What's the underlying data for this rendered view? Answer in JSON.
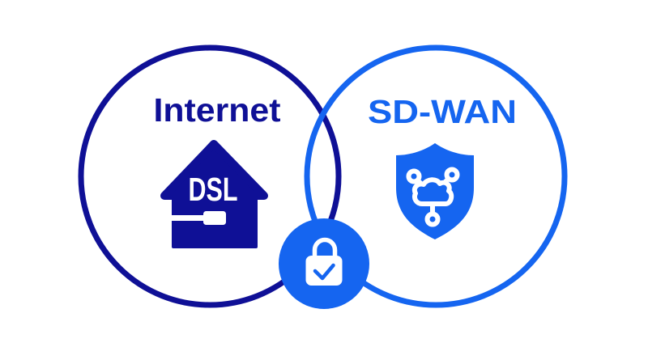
{
  "colors": {
    "navy": "#0F1096",
    "blue": "#1565F0",
    "white": "#FFFFFF",
    "background": "#FFFFFF"
  },
  "left_circle": {
    "label": "Internet",
    "icon": "house-dsl-icon",
    "icon_label": "DSL"
  },
  "right_circle": {
    "label": "SD-WAN",
    "icon": "shield-network-icon"
  },
  "intersection": {
    "icon": "lock-check-icon"
  }
}
